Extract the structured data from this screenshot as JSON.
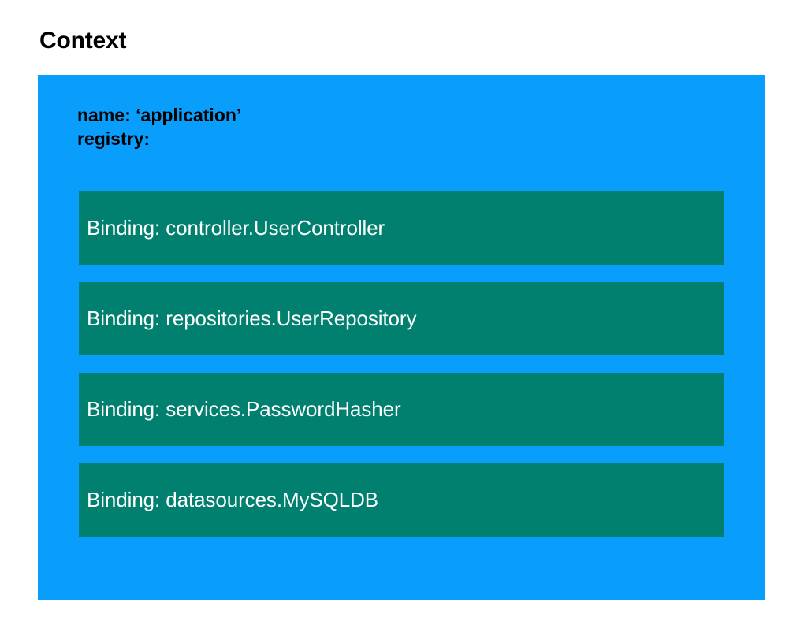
{
  "slide": {
    "title": "Context",
    "background_color": "#ffffff"
  },
  "context": {
    "background_color": "#0A9EFC",
    "name_line": "name: ‘application’",
    "registry_line": "registry:",
    "bindings": [
      {
        "label": "Binding: controller.UserController"
      },
      {
        "label": "Binding: repositories.UserRepository"
      },
      {
        "label": "Binding: services.PasswordHasher"
      },
      {
        "label": "Binding: datasources.MySQLDB"
      }
    ],
    "binding_color": "#02806F",
    "binding_text_color": "#ffffff"
  }
}
